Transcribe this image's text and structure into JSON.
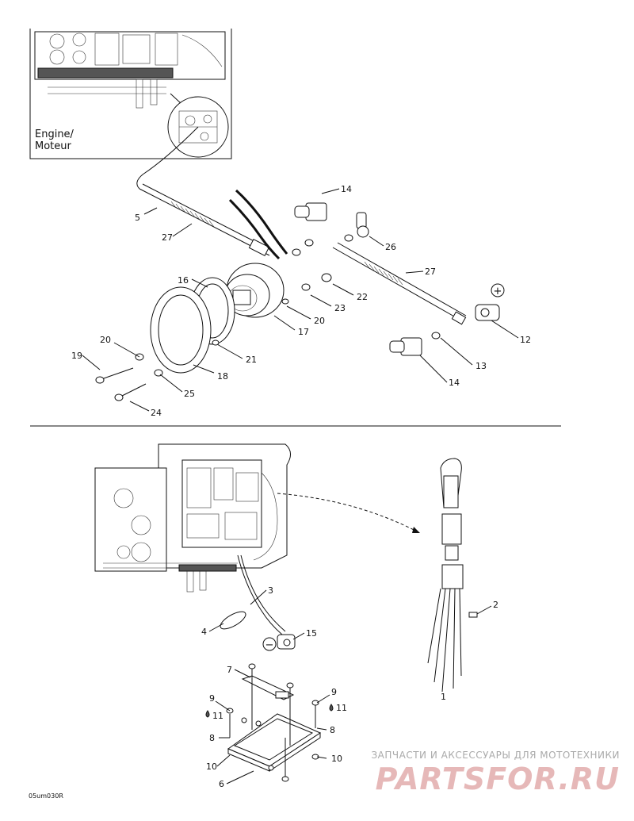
{
  "inset": {
    "label_line1": "Engine/",
    "label_line2": "Moteur"
  },
  "callouts": {
    "c5": "5",
    "c27a": "27",
    "c14a": "14",
    "c26": "26",
    "c27b": "27",
    "c16": "16",
    "c22": "22",
    "c23": "23",
    "c20a": "20",
    "c17": "17",
    "c20b": "20",
    "c21": "21",
    "c19": "19",
    "c18": "18",
    "c25": "25",
    "c24": "24",
    "c12": "12",
    "c13": "13",
    "c14b": "14",
    "c3": "3",
    "c2": "2",
    "c4": "4",
    "c15": "15",
    "c1": "1",
    "c7": "7",
    "c9a": "9",
    "c11a": "11",
    "c9b": "9",
    "c11b": "11",
    "c8a": "8",
    "c8b": "8",
    "c10a": "10",
    "c10b": "10",
    "c6": "6"
  },
  "symbols": {
    "plus": "+",
    "minus": "−"
  },
  "footer": {
    "code": "05um030R"
  },
  "watermark": {
    "line1": "ЗАПЧАСТИ И АКСЕССУАРЫ ДЛЯ МОТОТЕХНИКИ",
    "line2": "PARTSFOR.RU"
  }
}
